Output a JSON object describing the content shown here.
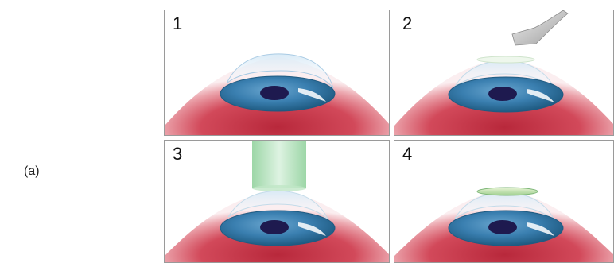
{
  "figure_label": "(a)",
  "panels": [
    {
      "number": "1",
      "step": "eye"
    },
    {
      "number": "2",
      "step": "flap-lift"
    },
    {
      "number": "3",
      "step": "laser"
    },
    {
      "number": "4",
      "step": "flap-replaced"
    }
  ],
  "colors": {
    "eyeball": "#c23b4b",
    "iris": "#2f6f99",
    "pupil": "#1e1a4f",
    "cornea": "#cde3f2",
    "laser": "#8fd39a",
    "instrument": "#cfcfcf",
    "frame": "#9a9a9a"
  }
}
